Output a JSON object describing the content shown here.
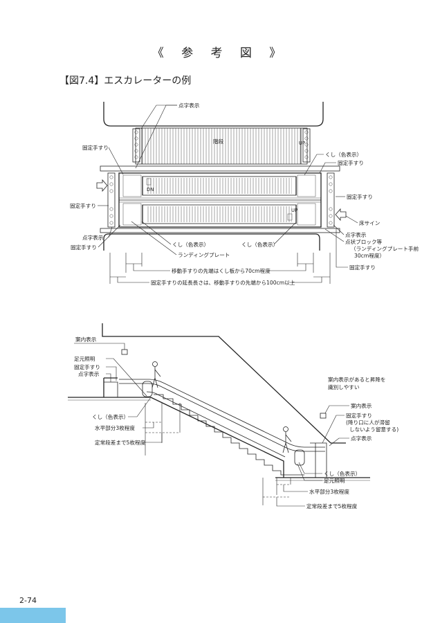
{
  "page_heading": "《 参 考 図 》",
  "figure_title": "【図7.4】エスカレーターの例",
  "plan": {
    "labels": {
      "tenji_top": "点字表示",
      "kaidan": "階段",
      "up_top": "UP",
      "kotei_l1": "固定手すり",
      "kushi_r": "くし（色表示）",
      "kotei_r1": "固定手すり",
      "dn": "DN",
      "kotei_r2": "固定手すり",
      "kotei_l2": "固定手すり",
      "up_mid": "UP",
      "yuka_sign": "床サイン",
      "tenji_r": "点字表示",
      "tenjo_block": "点状ブロック等",
      "landing_note": "（ランディングプレート手前",
      "landing_note2": "30cm程度）",
      "tenji_l": "点字表示",
      "kotei_l3": "固定手すり",
      "kushi_l": "くし（色表示）",
      "kushi_c": "くし（色表示）",
      "landing_plate": "ランディングプレート",
      "kotei_r3": "固定手すり",
      "dim1": "移動手すりの先端はくし板から70cm程度",
      "dim2": "固定手すりの延長長さは、移動手すりの先端から100cm以上"
    }
  },
  "section": {
    "labels": {
      "annai_l": "案内表示",
      "ashimoto_l": "足元照明",
      "kotei_l": "固定手すり",
      "tenji_l": "点字表示",
      "kushi_l": "くし（色表示）",
      "suihei_l": "水平部分3枚程度",
      "teijo_l": "定常段差まで5枚程度",
      "note1": "案内表示があると昇降を",
      "note2": "識別しやすい",
      "annai_r": "案内表示",
      "kotei_r": "固定手すり",
      "kotei_r_note1": "(降り口に人が滞留",
      "kotei_r_note2": "しないよう留意する)",
      "tenji_r": "点字表示",
      "kushi_r": "くし（色表示）",
      "ashimoto_r": "足元照明",
      "suihei_r": "水平部分3枚程度",
      "teijo_r": "定常段差まで5枚程度"
    }
  },
  "footer": {
    "page_number": "2-74"
  }
}
